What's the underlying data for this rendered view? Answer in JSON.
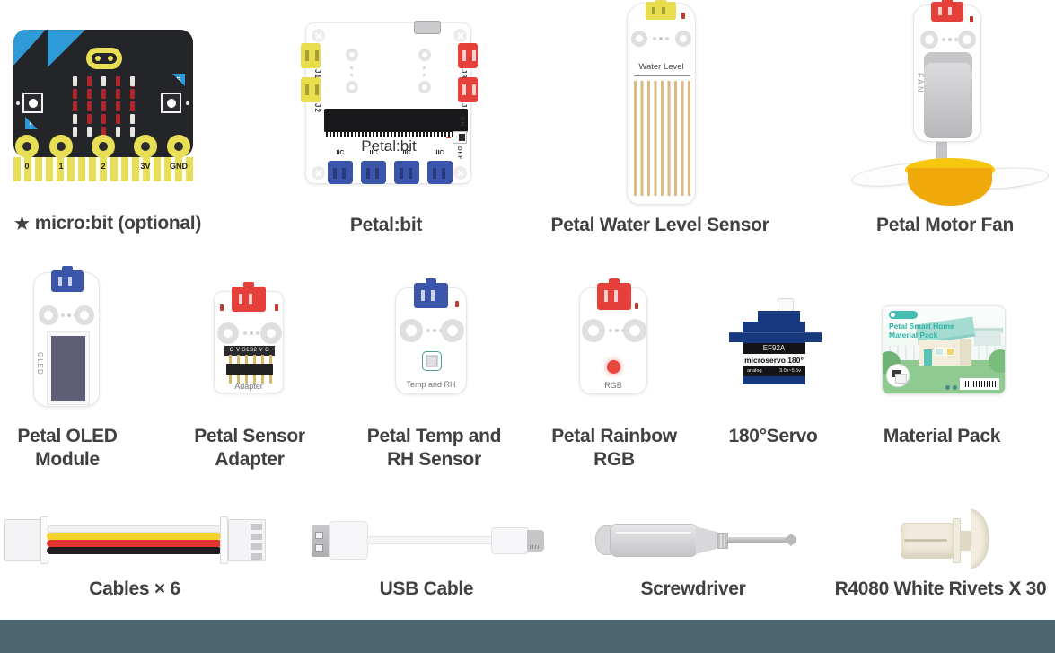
{
  "colors": {
    "background": "#FFFFFF",
    "footer_bar": "#4C6670",
    "label_text": "#414042",
    "microbit_yellow": "#E9DF56",
    "microbit_blue": "#2E9BD8",
    "led_red": "#B5242A",
    "connector_yellow": "#E7DD4D",
    "connector_red": "#E5403A",
    "connector_blue": "#3A55A9",
    "servo_blue": "#16387E",
    "fan_yellow": "#EFA90A",
    "pack_teal": "#2FB3A8",
    "water_stripe": "#DCBA80"
  },
  "items": {
    "microbit": {
      "star": "★",
      "label": "micro:bit (optional)",
      "buttons": [
        "A",
        "B"
      ],
      "pins": [
        "0",
        "1",
        "2",
        "3V",
        "GND"
      ],
      "led_matrix": [
        [
          "w",
          "r",
          "w",
          "r",
          "w"
        ],
        [
          "r",
          "r",
          "r",
          "r",
          "r"
        ],
        [
          "r",
          "r",
          "r",
          "r",
          "r"
        ],
        [
          "w",
          "r",
          "r",
          "r",
          "w"
        ],
        [
          "w",
          "w",
          "r",
          "w",
          "w"
        ]
      ]
    },
    "petalbit": {
      "label": "Petal:bit",
      "board_title": "Petal:bit",
      "ports_left": [
        "J1",
        "J2"
      ],
      "ports_right": [
        "J3",
        "J4"
      ],
      "iic_labels": [
        "IIC",
        "IIC",
        "IIC",
        "IIC"
      ],
      "switch_on": "ON",
      "switch_off": "OFF"
    },
    "water_sensor": {
      "label": "Petal Water Level Sensor",
      "board_text": "Water Level"
    },
    "motor_fan": {
      "label": "Petal Motor Fan",
      "board_text": "FAN"
    },
    "oled": {
      "label_lines": [
        "Petal OLED",
        "Module"
      ],
      "board_text": "OLED"
    },
    "adapter": {
      "label_lines": [
        "Petal Sensor",
        "Adapter"
      ],
      "board_text": "Adapter",
      "pin_labels": "G V S1S2 V G"
    },
    "temp_rh": {
      "label_lines": [
        "Petal Temp and",
        "RH Sensor"
      ],
      "board_text": "Temp and RH"
    },
    "rgb": {
      "label_lines": [
        "Petal Rainbow",
        "RGB"
      ],
      "board_text": "RGB"
    },
    "servo": {
      "label": "180°Servo",
      "model": "EF92A",
      "band": "microservo 180°",
      "spec_type": "analog",
      "spec_voltage": "3.0v~5.5v"
    },
    "material_pack": {
      "label": "Material Pack",
      "title_lines": [
        "Petal Smart Home",
        "Material Pack"
      ]
    },
    "cables": {
      "label": "Cables × 6"
    },
    "usb_cable": {
      "label": "USB Cable"
    },
    "screwdriver": {
      "label": "Screwdriver"
    },
    "rivets": {
      "label": "R4080 White Rivets X 30"
    }
  }
}
